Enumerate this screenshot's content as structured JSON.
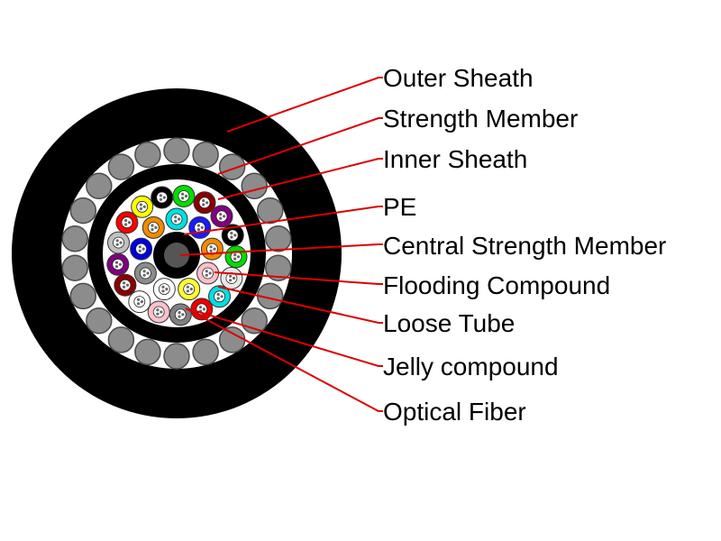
{
  "colors": {
    "background": "#ffffff",
    "sheath": "#000000",
    "gap_fill": "#ffffff",
    "strength_wire": "#8c8c8c",
    "strength_wire_outline": "#4a4a4a",
    "central_member": "#555555",
    "leader_line": "#dd0000",
    "fiber_core": "#666666"
  },
  "labels": [
    {
      "id": "outer-sheath",
      "text": "Outer Sheath"
    },
    {
      "id": "strength-member",
      "text": "Strength Member"
    },
    {
      "id": "inner-sheath",
      "text": "Inner Sheath"
    },
    {
      "id": "pe",
      "text": "PE"
    },
    {
      "id": "central-strength-member",
      "text": "Central Strength Member"
    },
    {
      "id": "flooding-compound",
      "text": "Flooding Compound"
    },
    {
      "id": "loose-tube",
      "text": "Loose Tube"
    },
    {
      "id": "jelly-compound",
      "text": "Jelly compound"
    },
    {
      "id": "optical-fiber",
      "text": "Optical Fiber"
    }
  ],
  "tube_colors": [
    "#00e0e0",
    "#1a1aff",
    "#f08a00",
    "#ffc0cb",
    "#ffff33",
    "#ffffff",
    "#8b8b8b",
    "#0000e0",
    "#f08a00",
    "#00e000",
    "#8b0000",
    "#800080",
    "#000000",
    "#00dd00",
    "#e8e8e8",
    "#00e0e0",
    "#ee0000",
    "#808080",
    "#ffc0cb",
    "#ffffff",
    "#8b0000",
    "#800080",
    "#c0c0c0",
    "#ff0000",
    "#ffff00",
    "#000000"
  ]
}
